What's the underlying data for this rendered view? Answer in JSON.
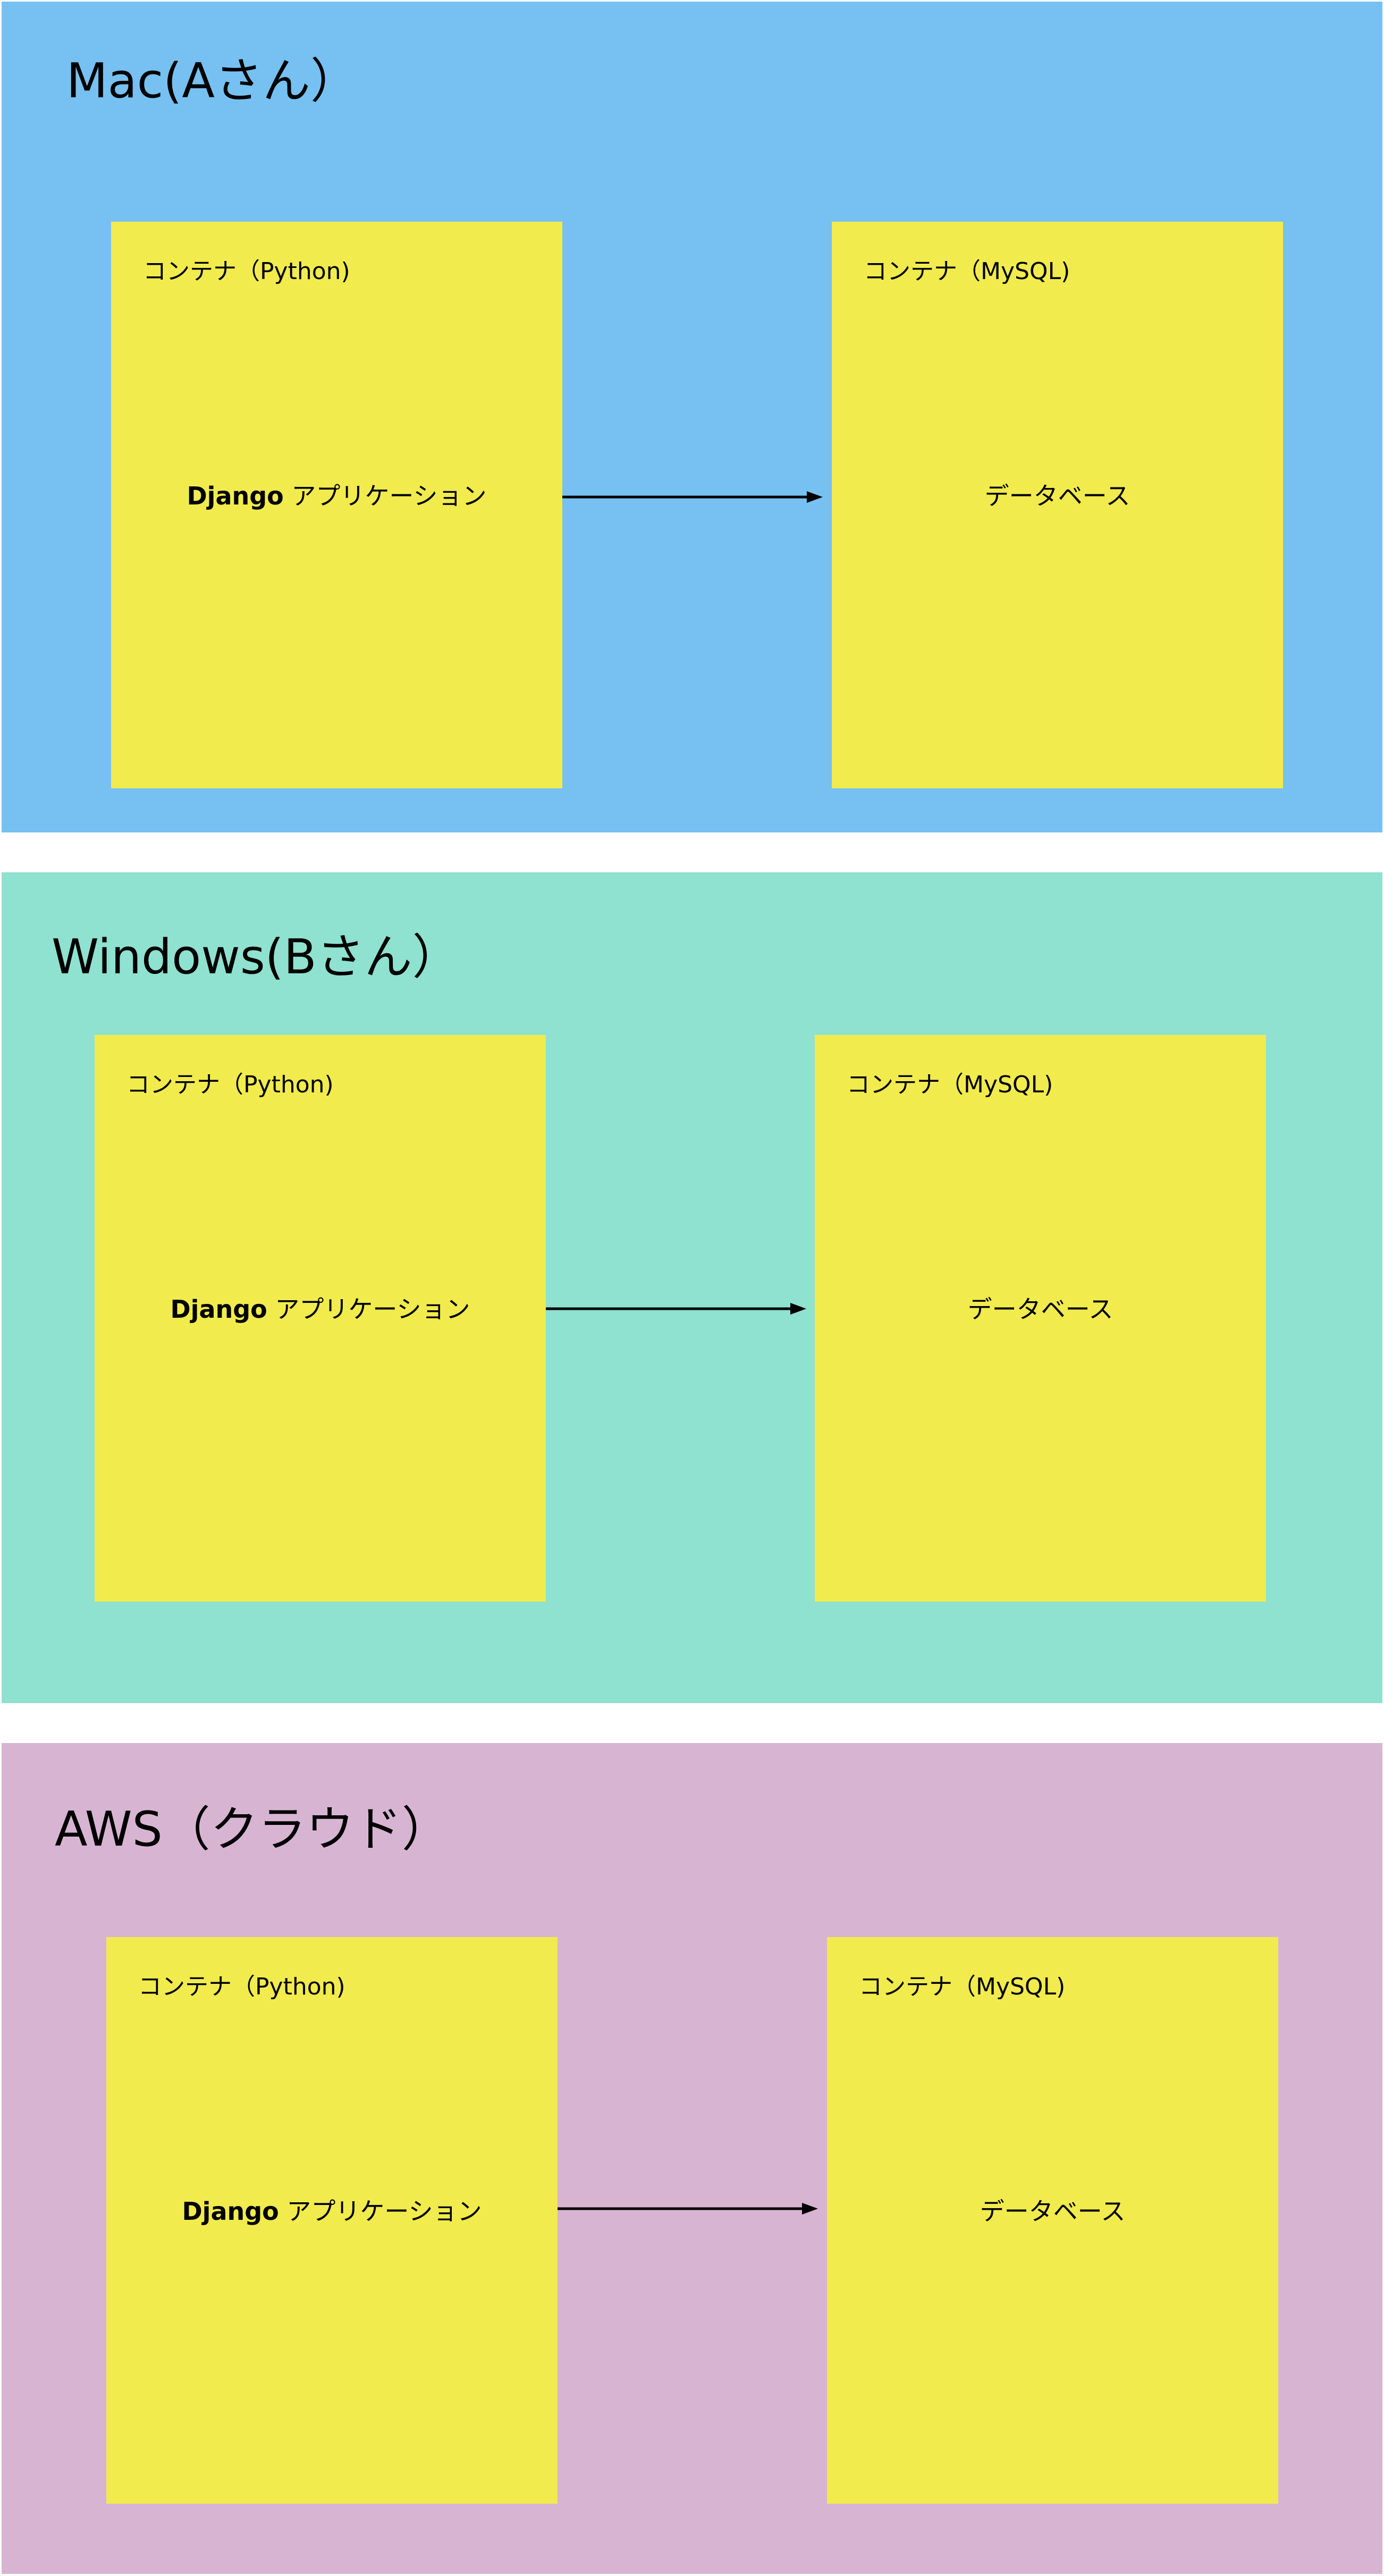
{
  "colors": {
    "panel_mac": "#76c1f1",
    "panel_windows": "#8fe1d0",
    "panel_aws": "#d8b4d3",
    "container_fill": "#f1eb4e",
    "arrow": "#000000"
  },
  "environments": [
    {
      "title": "Mac(Aさん）",
      "containers": [
        {
          "label": "コンテナ（Python)",
          "content_bold": "Django",
          "content_rest": " アプリケーション"
        },
        {
          "label": "コンテナ（MySQL)",
          "content_bold": "",
          "content_rest": "データベース"
        }
      ]
    },
    {
      "title": "Windows(Bさん）",
      "containers": [
        {
          "label": "コンテナ（Python)",
          "content_bold": "Django",
          "content_rest": " アプリケーション"
        },
        {
          "label": "コンテナ（MySQL)",
          "content_bold": "",
          "content_rest": "データベース"
        }
      ]
    },
    {
      "title": "AWS（クラウド）",
      "containers": [
        {
          "label": "コンテナ（Python)",
          "content_bold": "Django",
          "content_rest": " アプリケーション"
        },
        {
          "label": "コンテナ（MySQL)",
          "content_bold": "",
          "content_rest": "データベース"
        }
      ]
    }
  ]
}
